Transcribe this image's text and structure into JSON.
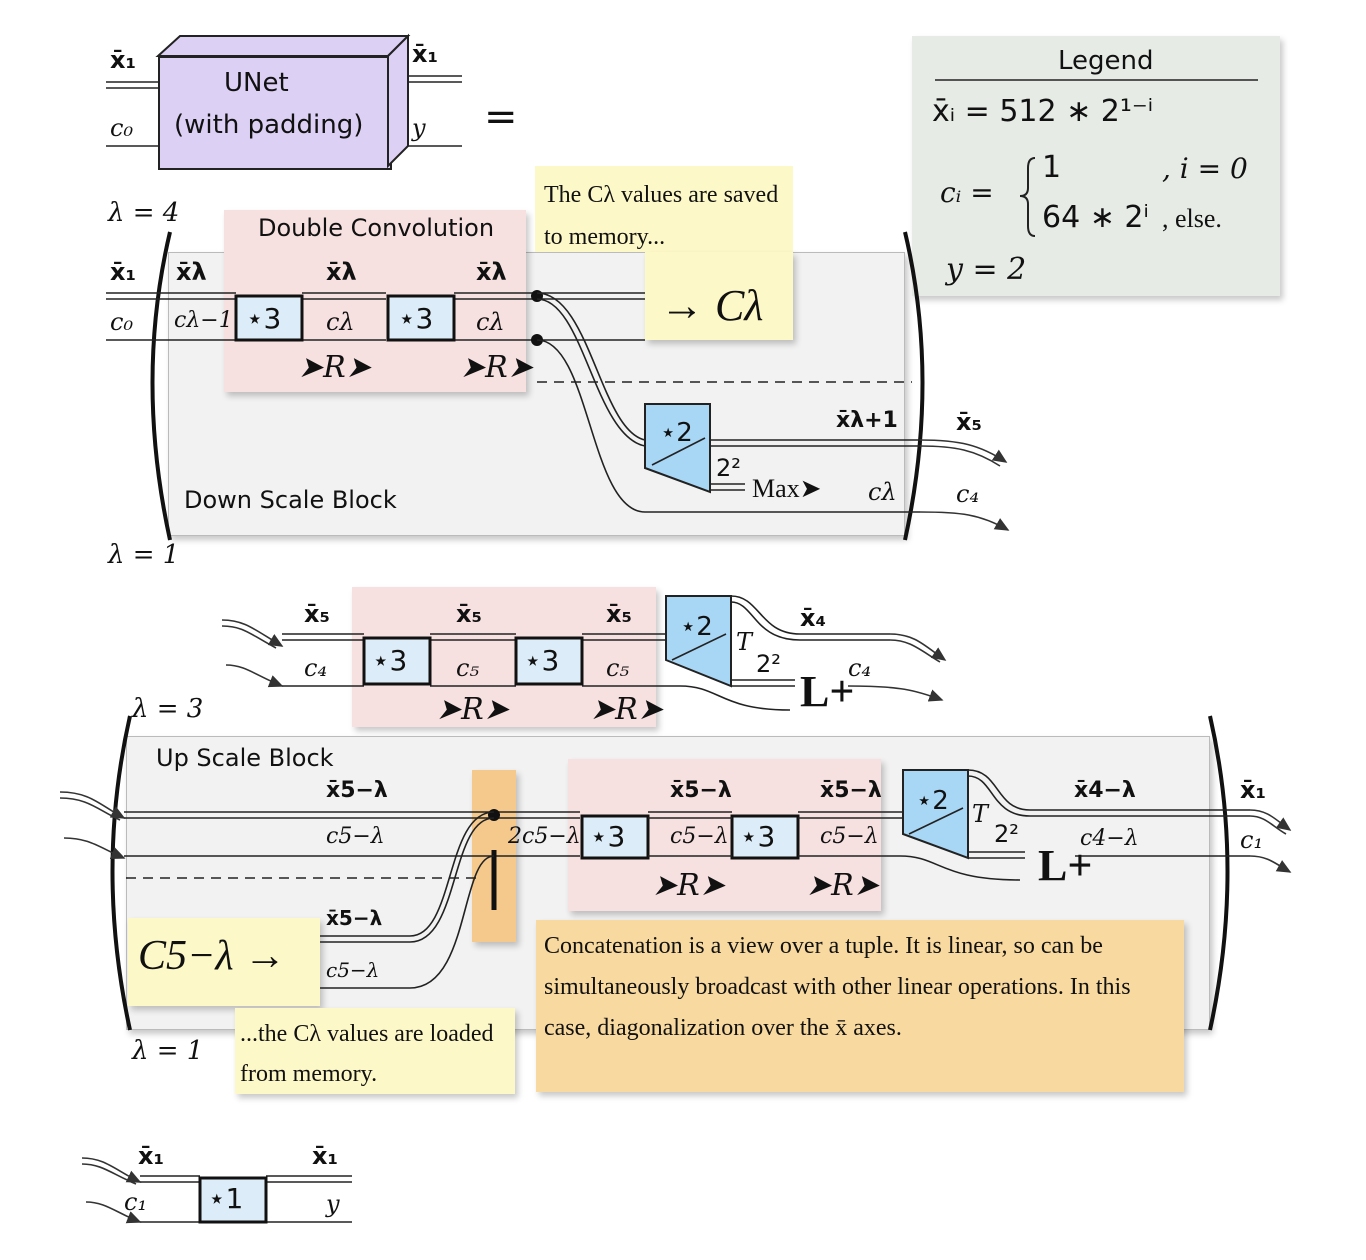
{
  "header": {
    "unet_label_line1": "UNet",
    "unet_label_line2": "(with padding)",
    "equals": "=",
    "in_x": "x̄₁",
    "in_c": "c₀",
    "out_x": "x̄₁",
    "out_y": "y"
  },
  "legend": {
    "title": "Legend",
    "row_x": "x̄ᵢ = 512 ∗ 2¹⁻ⁱ",
    "row_c_label": "cᵢ =",
    "row_c_case1": "1",
    "row_c_case1_cond": ", i = 0",
    "row_c_case2": "64 ∗ 2ⁱ",
    "row_c_case2_cond": ", else.",
    "row_y": "y = 2"
  },
  "down": {
    "lambda_top": "λ = 4",
    "lambda_bottom": "λ = 1",
    "block_label": "Down Scale Block",
    "conv_label": "Double Convolution",
    "in_x": "x̄₁",
    "in_c": "c₀",
    "x_lam": "x̄λ",
    "c_lam_minus": "cλ−1",
    "c_lam": "cλ",
    "conv1": "⋆3",
    "conv2": "⋆3",
    "relu1": "➤R➤",
    "relu2": "➤R➤",
    "pool": "⋆2",
    "pool_factor": "2²",
    "pool_op": "Max➤",
    "out_x_inner": "x̄λ+1",
    "out_c_inner": "cλ",
    "out_x": "x̄₅",
    "out_c": "c₄",
    "save_note": "The Cλ values are saved to memory...",
    "save_arrow": "→ Cλ"
  },
  "mid": {
    "in_x": "x̄₅",
    "in_c": "c₄",
    "c5": "c₅",
    "conv1": "⋆3",
    "conv2": "⋆3",
    "relu1": "➤R➤",
    "relu2": "➤R➤",
    "up": "⋆2",
    "up_T": "T",
    "up_factor": "2²",
    "linear": "L+",
    "out_x": "x̄₄",
    "out_c": "c₄"
  },
  "up": {
    "lambda_top": "λ = 3",
    "lambda_bottom": "λ = 1",
    "block_label": "Up Scale Block",
    "x_in": "x̄5−λ",
    "c_in": "c5−λ",
    "concat_c": "2c5−λ",
    "x_mid": "x̄5−λ",
    "c_mid": "c5−λ",
    "conv1": "⋆3",
    "conv2": "⋆3",
    "relu1": "➤R➤",
    "relu2": "➤R➤",
    "up": "⋆2",
    "up_T": "T",
    "up_factor": "2²",
    "linear": "L+",
    "out_x_inner": "x̄4−λ",
    "out_c_inner": "c4−λ",
    "out_x": "x̄₁",
    "out_c": "c₁",
    "load_arrow": "C5−λ →",
    "load_x": "x̄5−λ",
    "load_c": "c5−λ",
    "load_note": "...the Cλ values are loaded from memory.",
    "concat_note": "Concatenation is a view over a tuple. It is linear, so can be simultaneously broadcast with other linear operations. In this case, diagonalization over the x̄ axes."
  },
  "final": {
    "in_x": "x̄₁",
    "in_c": "c₁",
    "conv": "⋆1",
    "out_x": "x̄₁",
    "out_y": "y"
  },
  "colors": {
    "unet_box": "#ddd0f5",
    "conv_block": "#f6e0e0",
    "scale_block": "#f2f2f2",
    "conv_cell": "#dcecf8",
    "pool_shape": "#a8d6f5",
    "note_yellow": "#fdf8c8",
    "note_orange": "#f8d9a0",
    "concat_bar": "#f5c98c",
    "legend_bg": "#e6ebe6"
  }
}
